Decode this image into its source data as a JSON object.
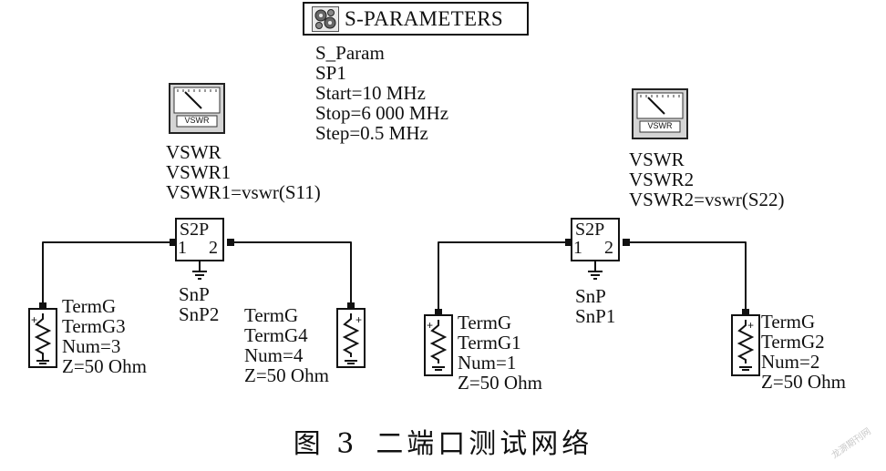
{
  "s_parameters": {
    "title": "S-PARAMETERS",
    "name": "S_Param",
    "instance": "SP1",
    "start": "Start=10 MHz",
    "stop": "Stop=6 000 MHz",
    "step": "Step=0.5 MHz"
  },
  "vswr_left": {
    "icon_label": "VSWR",
    "name": "VSWR",
    "instance": "VSWR1",
    "expr": "VSWR1=vswr(S11)"
  },
  "vswr_right": {
    "icon_label": "VSWR",
    "name": "VSWR",
    "instance": "VSWR2",
    "expr": "VSWR2=vswr(S22)"
  },
  "snp_left": {
    "box": "S2P",
    "port1": "1",
    "port2": "2",
    "name": "SnP",
    "instance": "SnP2"
  },
  "snp_right": {
    "box": "S2P",
    "port1": "1",
    "port2": "2",
    "name": "SnP",
    "instance": "SnP1"
  },
  "term_g3": {
    "name": "TermG",
    "instance": "TermG3",
    "num": "Num=3",
    "z": "Z=50 Ohm"
  },
  "term_g4": {
    "name": "TermG",
    "instance": "TermG4",
    "num": "Num=4",
    "z": "Z=50 Ohm"
  },
  "term_g1": {
    "name": "TermG",
    "instance": "TermG1",
    "num": "Num=1",
    "z": "Z=50 Ohm"
  },
  "term_g2": {
    "name": "TermG",
    "instance": "TermG2",
    "num": "Num=2",
    "z": "Z=50 Ohm"
  },
  "caption": {
    "figure": "图 3",
    "text": "二端口测试网络"
  },
  "watermark": "龙源期刊网",
  "colors": {
    "ink": "#111111",
    "icon_face": "#ffffff",
    "icon_frame": "#d4d4d4"
  }
}
